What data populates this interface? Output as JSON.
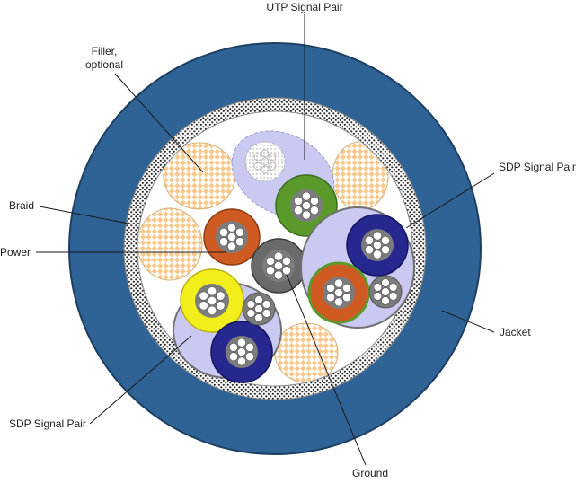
{
  "labels": {
    "utp_signal_pair": "UTP Signal Pair",
    "filler_line1": "Filler,",
    "filler_line2": "optional",
    "braid": "Braid",
    "power": "Power",
    "sdp_signal_pair_right": "SDP Signal Pair",
    "jacket": "Jacket",
    "sdp_signal_pair_left": "SDP Signal Pair",
    "ground": "Ground"
  },
  "colors": {
    "jacket": "#2f6395",
    "jacket_edge": "#1d3f62",
    "braid_dots": "#2a2a2a",
    "core": "#ffffff",
    "pair_wrap": "#c9c9f2",
    "filler": "#f7c98c",
    "conductor_orange": "#cf5a22",
    "conductor_navy": "#26278f",
    "conductor_green": "#5a9a2a",
    "conductor_yellow": "#f2ee1c",
    "conductor_gray": "#6a6a6a",
    "strand_core": "#7c7c7c",
    "strand": "#ffffff"
  }
}
